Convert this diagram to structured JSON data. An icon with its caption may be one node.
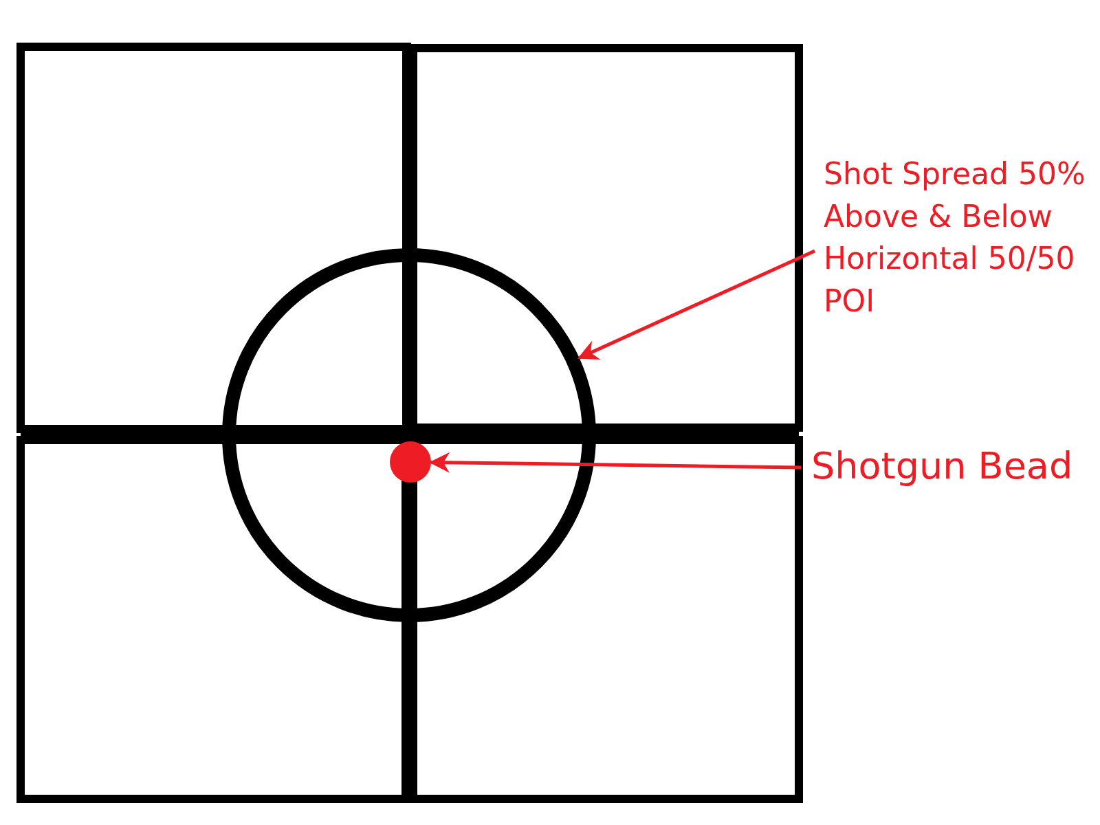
{
  "diagram": {
    "nodes": [
      {
        "text": [
          "Shot Spread 50% Above & Below Horizontal 50/50 POI"
        ]
      },
      {
        "text": [],
        "shape": "circle"
      },
      {
        "text": [
          "Shotgun Bead"
        ]
      },
      {
        "text": [],
        "shape": "circle",
        "in": 1
      }
    ],
    "edges": [
      {
        "from": 0,
        "to": 1,
        "arrow": "to"
      },
      {
        "from": 2,
        "to": 3,
        "arrow": "to"
      }
    ]
  }
}
